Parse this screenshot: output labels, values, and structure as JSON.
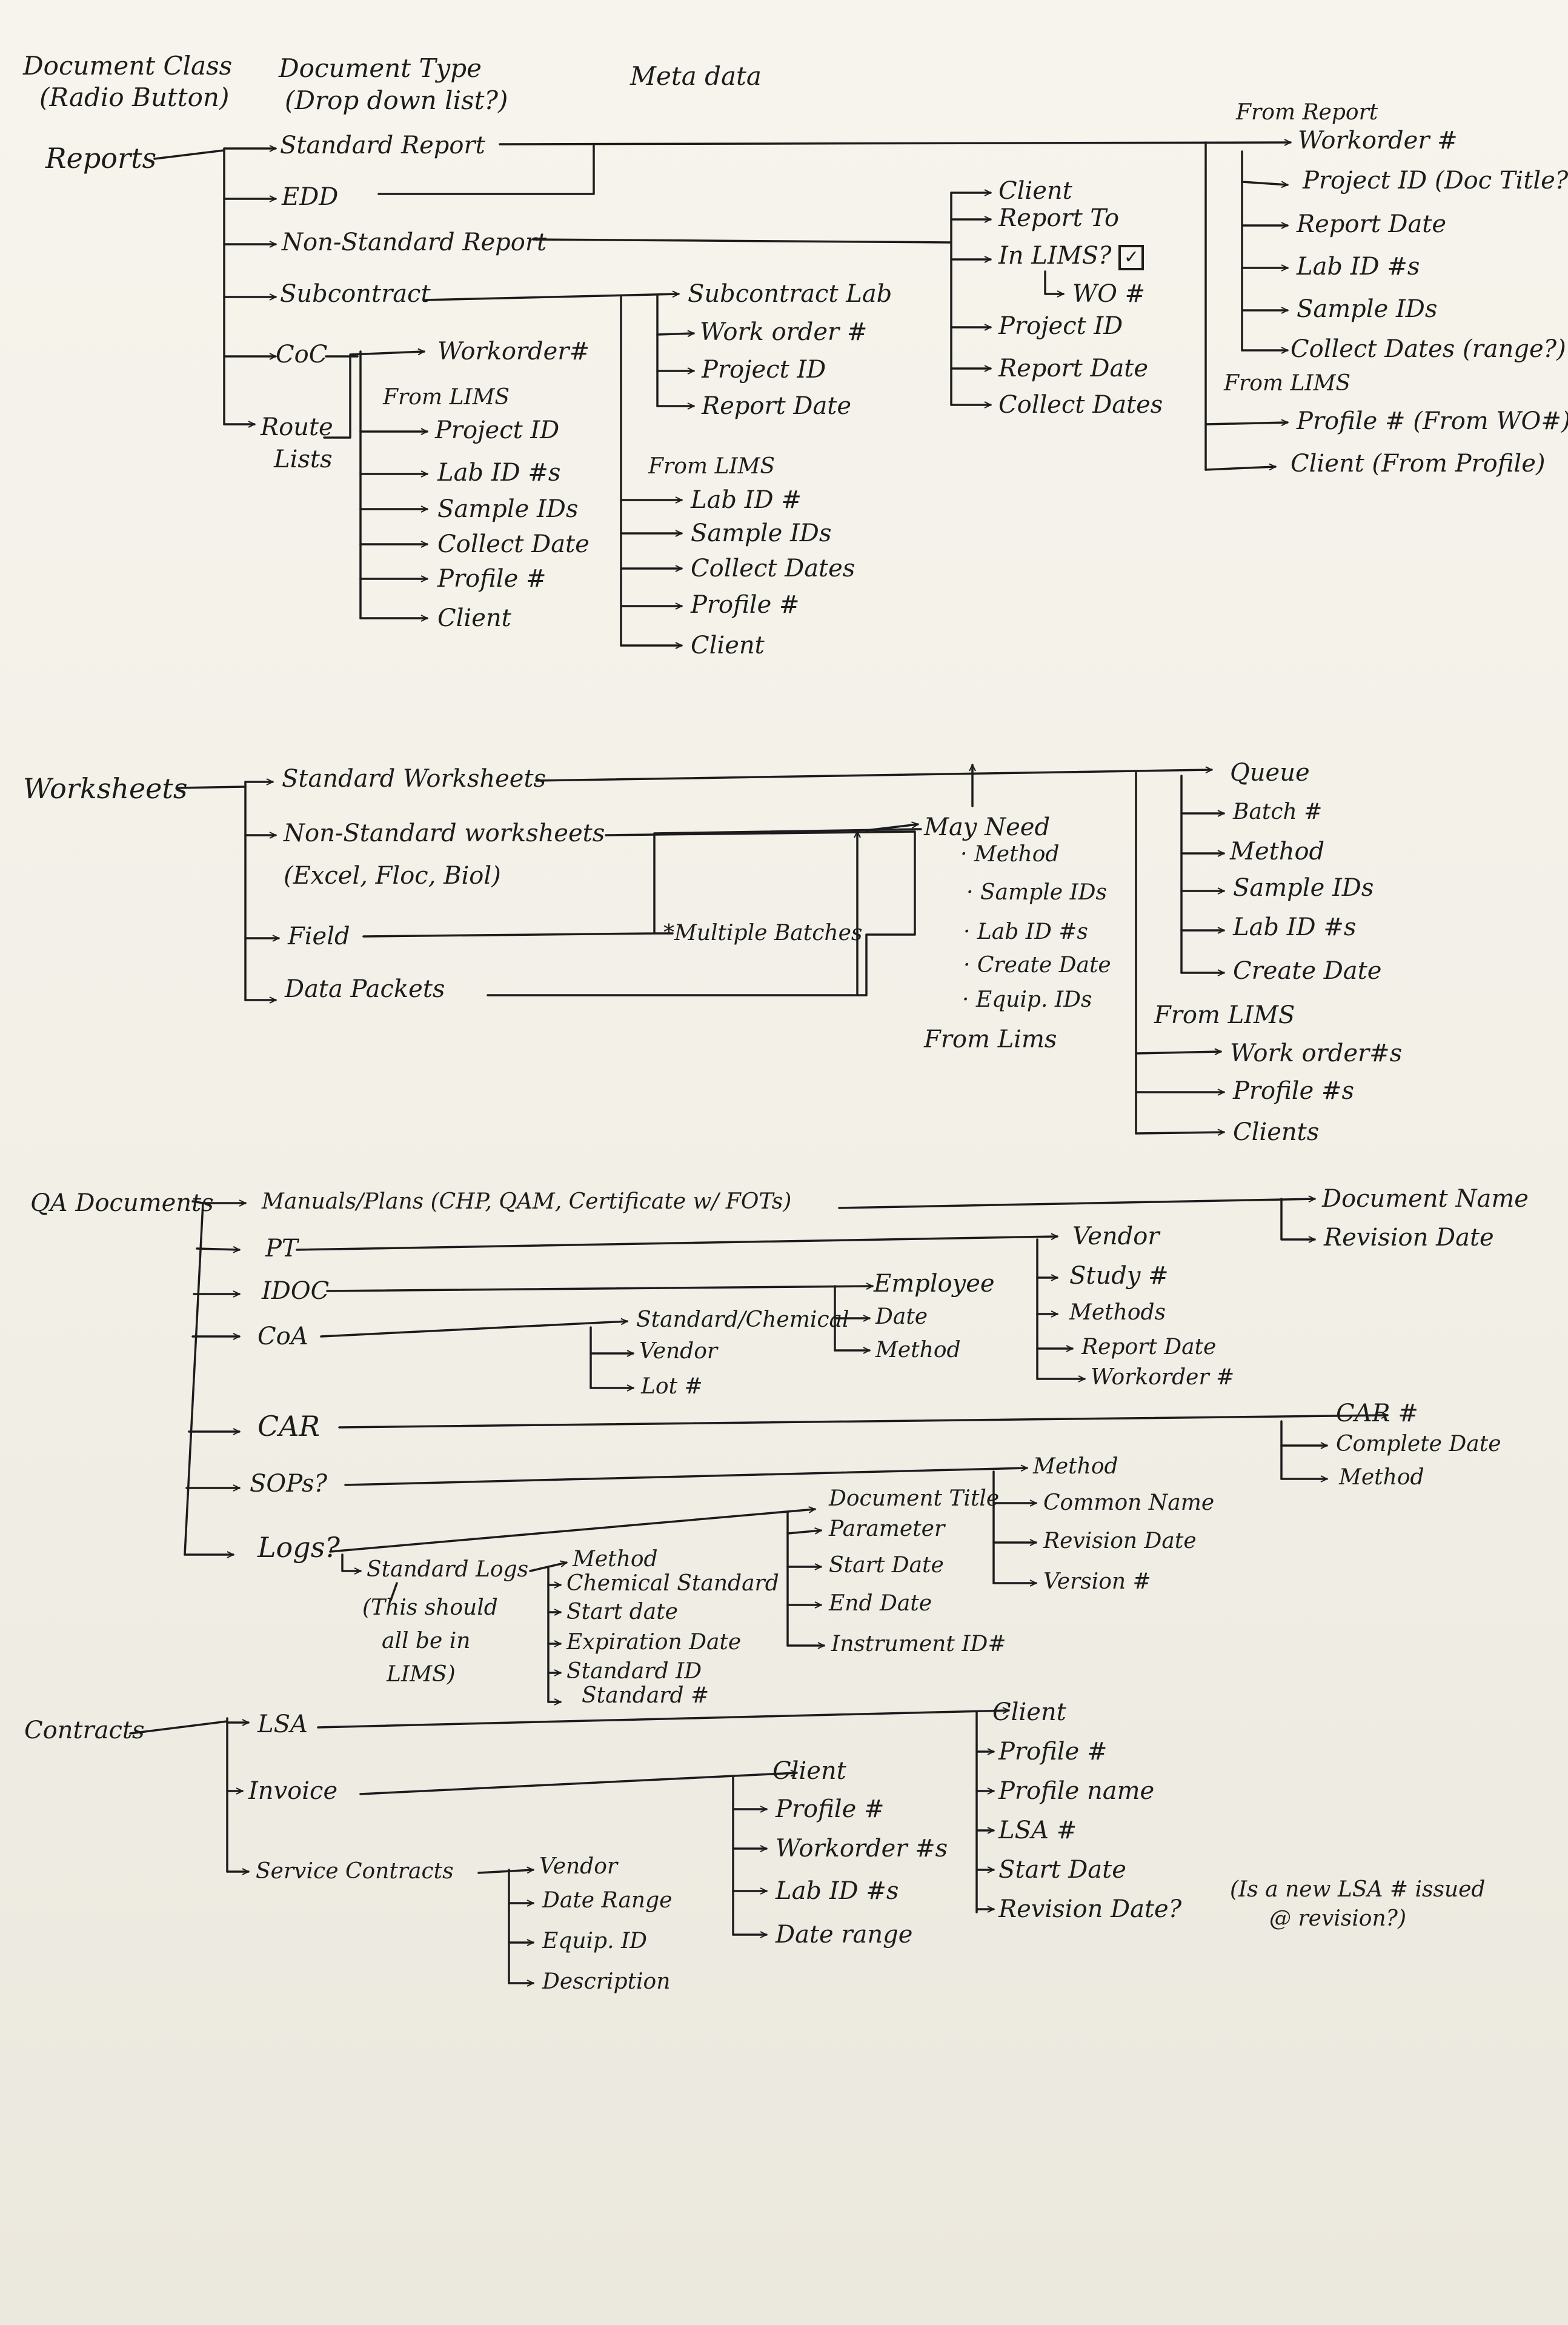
{
  "headers": {
    "document_class": "Document Class",
    "radio_button": "(Radio Button)",
    "document_type": "Document Type",
    "drop_down": "(Drop down list?)",
    "meta_data": "Meta data"
  },
  "reports": {
    "class": "Reports",
    "types": {
      "standard_report": "Standard Report",
      "edd": "EDD",
      "non_standard_report": "Non-Standard Report",
      "subcontract": "Subcontract",
      "coc": "CoC",
      "route_lists_1": "Route",
      "route_lists_2": "Lists"
    },
    "from_report": {
      "label": "From Report",
      "items": [
        "Workorder #",
        "Project ID (Doc Title?",
        "Report Date",
        "Lab ID #s",
        "Sample IDs",
        "Collect Dates (range?)"
      ]
    },
    "from_lims_right": {
      "label": "From LIMS",
      "items": [
        "Profile # (From WO#)",
        "Client (From Profile)"
      ]
    },
    "nonstandard_meta": {
      "items": [
        "Client",
        "Report To",
        "In LIMS?",
        "WO #",
        "Project ID",
        "Report Date",
        "Collect Dates"
      ],
      "checkmark": "✓"
    },
    "subcontract_meta": [
      "Subcontract Lab",
      "Work order #",
      "Project ID",
      "Report Date"
    ],
    "subcontract_lims": {
      "label": "From LIMS",
      "items": [
        "Lab ID #",
        "Sample IDs",
        "Collect Dates",
        "Profile #",
        "Client"
      ]
    },
    "coc_meta": {
      "workorder": "Workorder#",
      "label": "From LIMS",
      "items": [
        "Project ID",
        "Lab ID #s",
        "Sample IDs",
        "Collect Date",
        "Profile #",
        "Client"
      ]
    }
  },
  "worksheets": {
    "class": "Worksheets",
    "types": {
      "standard": "Standard Worksheets",
      "non_standard": "Non-Standard worksheets",
      "non_standard_sub": "(Excel, Floc, Biol)",
      "field": "Field",
      "data_packets": "Data Packets"
    },
    "multiple_batches": "*Multiple Batches",
    "may_need": {
      "label": "May Need",
      "items": [
        "· Method",
        "· Sample IDs",
        "· Lab ID #s",
        "· Create Date",
        "· Equip. IDs"
      ],
      "from_lims": "From Lims"
    },
    "meta": [
      "Queue",
      "Batch #",
      "Method",
      "Sample IDs",
      "Lab ID #s",
      "Create Date"
    ],
    "from_lims": {
      "label": "From LIMS",
      "items": [
        "Work order#s",
        "Profile #s",
        "Clients"
      ]
    }
  },
  "qa": {
    "class": "QA Documents",
    "types": {
      "manuals": "Manuals/Plans (CHP, QAM, Certificate w/ FOTs)",
      "pt": "PT",
      "idoc": "IDOC",
      "coa": "CoA",
      "car": "CAR",
      "sops": "SOPs?",
      "logs": "Logs?"
    },
    "manuals_meta": [
      "Document Name",
      "Revision Date"
    ],
    "pt_meta": [
      "Vendor",
      "Study #",
      "Methods",
      "Report Date",
      "Workorder #"
    ],
    "idoc_meta": [
      "Employee",
      "Date",
      "Method"
    ],
    "coa_meta": [
      "Standard/Chemical",
      "Vendor",
      "Lot #"
    ],
    "car_meta": [
      "CAR #",
      "Complete Date",
      "Method"
    ],
    "sops_meta": [
      "Method",
      "Common Name",
      "Revision Date",
      "Version #"
    ],
    "logs_meta": [
      "Document Title",
      "Parameter",
      "Start Date",
      "End Date",
      "Instrument ID#"
    ],
    "standard_logs": {
      "label": "Standard Logs",
      "note": [
        "(This should",
        "all be in",
        "LIMS)"
      ],
      "items": [
        "Method",
        "Chemical Standard",
        "Start date",
        "Expiration Date",
        "Standard ID",
        "Standard #"
      ]
    }
  },
  "contracts": {
    "class": "Contracts",
    "types": {
      "lsa": "LSA",
      "invoice": "Invoice",
      "service": "Service Contracts"
    },
    "lsa_meta": [
      "Client",
      "Profile #",
      "Profile name",
      "LSA #",
      "Start Date",
      "Revision Date?"
    ],
    "lsa_note": [
      "(Is a new LSA # issued",
      "@ revision?)"
    ],
    "invoice_meta": [
      "Client",
      "Profile #",
      "Workorder #s",
      "Lab ID #s",
      "Date range"
    ],
    "service_meta": [
      "Vendor",
      "Date Range",
      "Equip. ID",
      "Description"
    ]
  }
}
